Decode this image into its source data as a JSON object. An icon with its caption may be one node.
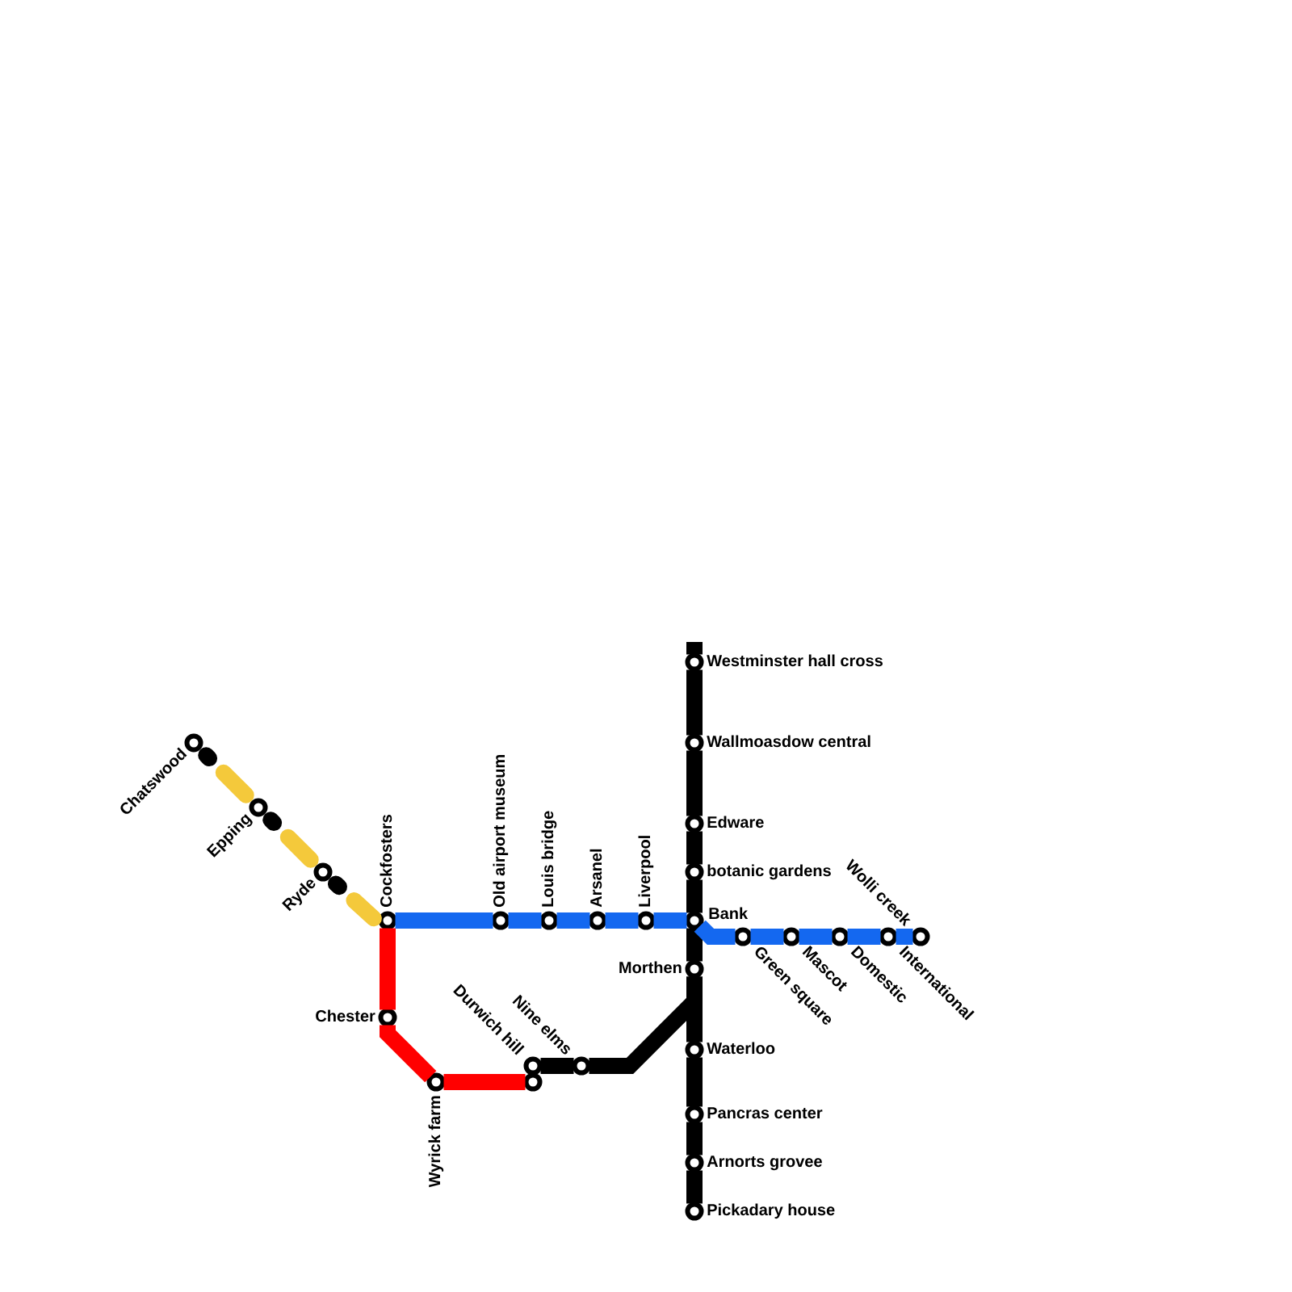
{
  "diagram": {
    "nodes": [
      {
        "text": [
          "Chatswood"
        ]
      },
      {
        "text": [
          "Epping"
        ]
      },
      {
        "text": [
          "Ryde"
        ]
      },
      {
        "text": [
          "Cockfosters"
        ]
      },
      {
        "text": [
          "Old airport museum"
        ]
      },
      {
        "text": [
          "Louis bridge"
        ]
      },
      {
        "text": [
          "Arsanel"
        ]
      },
      {
        "text": [
          "Liverpool"
        ]
      },
      {
        "text": [
          "Bank"
        ]
      },
      {
        "text": [
          "Green square"
        ]
      },
      {
        "text": [
          "Mascot"
        ]
      },
      {
        "text": [
          "Domestic"
        ]
      },
      {
        "text": [
          "International"
        ]
      },
      {
        "text": [
          "Wolli creek"
        ]
      },
      {
        "text": [
          "Chester"
        ]
      },
      {
        "text": [
          "Wyrick farm"
        ]
      },
      {
        "text": [
          "Durwich hill"
        ]
      },
      {
        "text": [
          "Nine elms"
        ]
      },
      {
        "text": [],
        "shape": "circle"
      },
      {
        "text": [
          "Westminster hall cross"
        ]
      },
      {
        "text": [
          "Wallmoasdow central"
        ]
      },
      {
        "text": [
          "Edware"
        ]
      },
      {
        "text": [
          "botanic gardens"
        ]
      },
      {
        "text": [
          "Morthen"
        ]
      },
      {
        "text": [
          "Waterloo"
        ]
      },
      {
        "text": [
          "Pancras center"
        ]
      },
      {
        "text": [
          "Arnorts grovee"
        ]
      },
      {
        "text": [
          "Pickadary house"
        ]
      }
    ],
    "edges": [
      {
        "from": 0,
        "to": 1,
        "arrow": "none",
        "style": "dashed",
        "color": "#f4c93b"
      },
      {
        "from": 1,
        "to": 2,
        "arrow": "none",
        "style": "dashed",
        "color": "#f4c93b"
      },
      {
        "from": 2,
        "to": 3,
        "arrow": "none",
        "style": "dashed",
        "color": "#f4c93b"
      },
      {
        "from": 3,
        "to": 14,
        "arrow": "none",
        "color": "#ff0000"
      },
      {
        "from": 14,
        "to": 15,
        "arrow": "none",
        "color": "#ff0000"
      },
      {
        "from": 15,
        "to": 18,
        "arrow": "none",
        "color": "#ff0000"
      },
      {
        "from": null,
        "to": 19,
        "arrow": "none"
      },
      {
        "from": 19,
        "to": 20,
        "arrow": "none"
      },
      {
        "from": 20,
        "to": 21,
        "arrow": "none"
      },
      {
        "from": 21,
        "to": 22,
        "arrow": "none"
      },
      {
        "from": 22,
        "to": 8,
        "arrow": "none"
      },
      {
        "from": 8,
        "to": 23,
        "arrow": "none"
      },
      {
        "from": 23,
        "to": 24,
        "arrow": "none"
      },
      {
        "from": 24,
        "to": 25,
        "arrow": "none"
      },
      {
        "from": 25,
        "to": 26,
        "arrow": "none"
      },
      {
        "from": 26,
        "to": 27,
        "arrow": "none"
      },
      {
        "from": 16,
        "to": 17,
        "arrow": "none"
      },
      {
        "from": 17,
        "to": 23,
        "arrow": "none"
      },
      {
        "from": 3,
        "to": 4,
        "arrow": "none",
        "color": "#1468f0"
      },
      {
        "from": 4,
        "to": 5,
        "arrow": "none",
        "color": "#1468f0"
      },
      {
        "from": 5,
        "to": 6,
        "arrow": "none",
        "color": "#1468f0"
      },
      {
        "from": 6,
        "to": 7,
        "arrow": "none",
        "color": "#1468f0"
      },
      {
        "from": 7,
        "to": 8,
        "arrow": "none",
        "color": "#1468f0"
      },
      {
        "from": 8,
        "to": 9,
        "arrow": "none",
        "color": "#1468f0"
      },
      {
        "from": 9,
        "to": 10,
        "arrow": "none",
        "color": "#1468f0"
      },
      {
        "from": 10,
        "to": 11,
        "arrow": "none",
        "color": "#1468f0"
      },
      {
        "from": 11,
        "to": 12,
        "arrow": "none",
        "color": "#1468f0"
      },
      {
        "from": 12,
        "to": 13,
        "arrow": "none",
        "color": "#1468f0"
      }
    ]
  }
}
